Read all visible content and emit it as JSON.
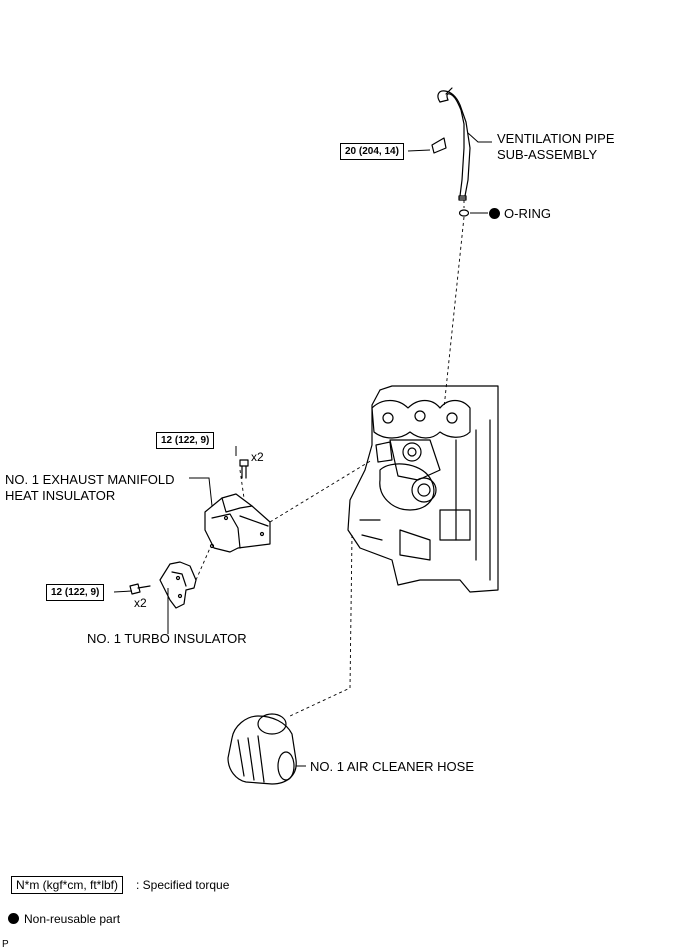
{
  "torque_specs": {
    "ventilation_pipe_bolt": "20 (204, 14)",
    "manifold_insulator_bolt": "12 (122, 9)",
    "turbo_insulator_bolt": "12 (122, 9)"
  },
  "quantities": {
    "manifold_insulator_bolts": "x2",
    "turbo_insulator_bolts": "x2"
  },
  "parts": {
    "ventilation_pipe_line1": "VENTILATION PIPE",
    "ventilation_pipe_line2": "SUB-ASSEMBLY",
    "o_ring": "O-RING",
    "exhaust_manifold_insulator_line1": "NO. 1 EXHAUST MANIFOLD",
    "exhaust_manifold_insulator_line2": "HEAT INSULATOR",
    "turbo_insulator": "NO. 1 TURBO INSULATOR",
    "air_cleaner_hose": "NO. 1 AIR CLEANER HOSE"
  },
  "legend": {
    "torque_unit": "N*m (kgf*cm, ft*lbf)",
    "torque_desc": ": Specified torque",
    "non_reusable": "Non-reusable part"
  },
  "corner_mark": "P",
  "colors": {
    "line": "#000000",
    "background": "#ffffff"
  }
}
